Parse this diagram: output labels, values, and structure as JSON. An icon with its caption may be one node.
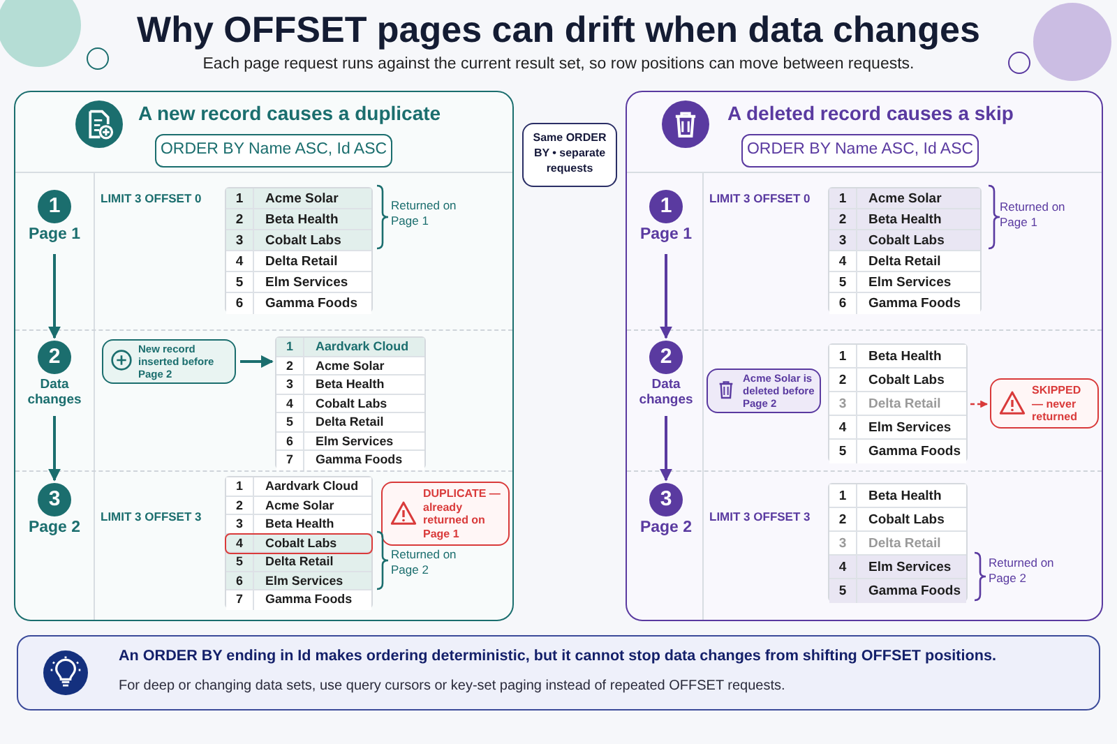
{
  "diagram": {
    "title": "Why OFFSET pages can drift when data changes",
    "nodes": [
      {
        "text": [
          "A new record causes a duplicate"
        ]
      },
      {
        "text": [
          "ORDER BY Name ASC, Id ASC"
        ],
        "in": 0
      },
      {
        "text": [
          "1",
          "Page 1"
        ],
        "in": 0
      },
      {
        "text": [
          "2",
          "Data changes"
        ],
        "in": 0
      },
      {
        "text": [
          "3",
          "Page 2"
        ],
        "in": 0
      },
      {
        "text": [],
        "shape": "box",
        "in": 0
      },
      {
        "text": [
          "1",
          "Acme Solar"
        ],
        "in": 5
      },
      {
        "text": [
          "2",
          "Beta Health"
        ],
        "in": 5
      },
      {
        "text": [
          "3",
          "Cobalt Labs"
        ],
        "in": 5
      },
      {
        "text": [
          "4",
          "Delta Retail"
        ],
        "in": 5
      },
      {
        "text": [
          "5",
          "Elm Services"
        ],
        "in": 5
      },
      {
        "text": [
          "6",
          "Gamma Foods"
        ],
        "in": 5
      },
      {
        "text": [
          "New record inserted before Page 2"
        ],
        "in": 0
      },
      {
        "text": [],
        "shape": "box",
        "in": 0
      },
      {
        "text": [
          "1",
          "Aardvark Cloud"
        ],
        "in": 13
      },
      {
        "text": [
          "2",
          "Acme Solar"
        ],
        "in": 13
      },
      {
        "text": [
          "3",
          "Beta Health"
        ],
        "in": 13
      },
      {
        "text": [
          "4",
          "Cobalt Labs"
        ],
        "in": 13
      },
      {
        "text": [
          "5",
          "Delta Retail"
        ],
        "in": 13
      },
      {
        "text": [
          "6",
          "Elm Services"
        ],
        "in": 13
      },
      {
        "text": [
          "7",
          "Gamma Foods"
        ],
        "in": 13
      },
      {
        "text": [],
        "shape": "box",
        "in": 0
      },
      {
        "text": [
          "1",
          "Aardvark Cloud"
        ],
        "in": 21
      },
      {
        "text": [
          "2",
          "Acme Solar"
        ],
        "in": 21
      },
      {
        "text": [
          "3",
          "Beta Health"
        ],
        "in": 21
      },
      {
        "text": [
          "4",
          "Cobalt Labs"
        ],
        "in": 21
      },
      {
        "text": [
          "5",
          "Delta Retail"
        ],
        "in": 21
      },
      {
        "text": [
          "6",
          "Elm Services"
        ],
        "in": 21
      },
      {
        "text": [
          "7",
          "Gamma Foods"
        ],
        "in": 21
      },
      {
        "text": [
          "DUPLICATE — already returned on Page 1"
        ],
        "in": 0
      },
      {
        "text": [
          "Same ORDER BY • separate requests"
        ]
      },
      {
        "text": [
          "A deleted record causes a skip"
        ]
      },
      {
        "text": [
          "ORDER BY Name ASC, Id ASC"
        ],
        "in": 31
      },
      {
        "text": [
          "1",
          "Page 1"
        ],
        "in": 31
      },
      {
        "text": [
          "2",
          "Data changes"
        ],
        "in": 31
      },
      {
        "text": [
          "3",
          "Page 2"
        ],
        "in": 31
      },
      {
        "text": [],
        "shape": "box",
        "in": 31
      },
      {
        "text": [
          "1",
          "Acme Solar"
        ],
        "in": 36
      },
      {
        "text": [
          "2",
          "Beta Health"
        ],
        "in": 36
      },
      {
        "text": [
          "3",
          "Cobalt Labs"
        ],
        "in": 36
      },
      {
        "text": [
          "4",
          "Delta Retail"
        ],
        "in": 36
      },
      {
        "text": [
          "5",
          "Elm Services"
        ],
        "in": 36
      },
      {
        "text": [
          "6",
          "Gamma Foods"
        ],
        "in": 36
      },
      {
        "text": [
          "Acme Solar is deleted before Page 2"
        ],
        "in": 31
      },
      {
        "text": [],
        "shape": "box",
        "in": 31
      },
      {
        "text": [
          "1",
          "Beta Health"
        ],
        "in": 44
      },
      {
        "text": [
          "2",
          "Cobalt Labs"
        ],
        "in": 44
      },
      {
        "text": [
          "3",
          "Delta Retail"
        ],
        "in": 44
      },
      {
        "text": [
          "4",
          "Elm Services"
        ],
        "in": 44
      },
      {
        "text": [
          "5",
          "Gamma Foods"
        ],
        "in": 44
      },
      {
        "text": [
          "SKIPPED — never returned"
        ],
        "in": 31
      },
      {
        "text": [],
        "shape": "box",
        "in": 31
      },
      {
        "text": [
          "1",
          "Beta Health"
        ],
        "in": 51
      },
      {
        "text": [
          "2",
          "Cobalt Labs"
        ],
        "in": 51
      },
      {
        "text": [
          "3",
          "Delta Retail"
        ],
        "in": 51
      },
      {
        "text": [
          "4",
          "Elm Services"
        ],
        "in": 51
      },
      {
        "text": [
          "5",
          "Gamma Foods"
        ],
        "in": 51
      },
      {
        "text": [
          "An ORDER BY ending in Id makes ordering deterministic, but it cannot stop data changes from shifting OFFSET positions.",
          "For deep or changing data sets, use query cursors or key-set paging instead of repeated OFFSET requests."
        ]
      }
    ],
    "edges": [
      {
        "from": 2,
        "to": 3,
        "arrow": "to"
      },
      {
        "from": 3,
        "to": 4,
        "arrow": "to"
      },
      {
        "from": 12,
        "to": 13,
        "arrow": "to"
      },
      {
        "from": 33,
        "to": 34,
        "arrow": "to"
      },
      {
        "from": 34,
        "to": 35,
        "arrow": "to"
      },
      {
        "from": 47,
        "to": 50,
        "arrow": "to",
        "style": "dashed",
        "color": "#d93a3a"
      }
    ],
    "labels": [
      "Each page request runs against the current result set, so row positions can move between requests.",
      "LIMIT 3 OFFSET 0",
      "Returned on Page 1",
      "LIMIT 3 OFFSET 3",
      "Returned on Page 2",
      "LIMIT 3 OFFSET 0",
      "Returned on Page 1",
      "LIMIT 3 OFFSET 3",
      "Returned on Page 2"
    ]
  }
}
